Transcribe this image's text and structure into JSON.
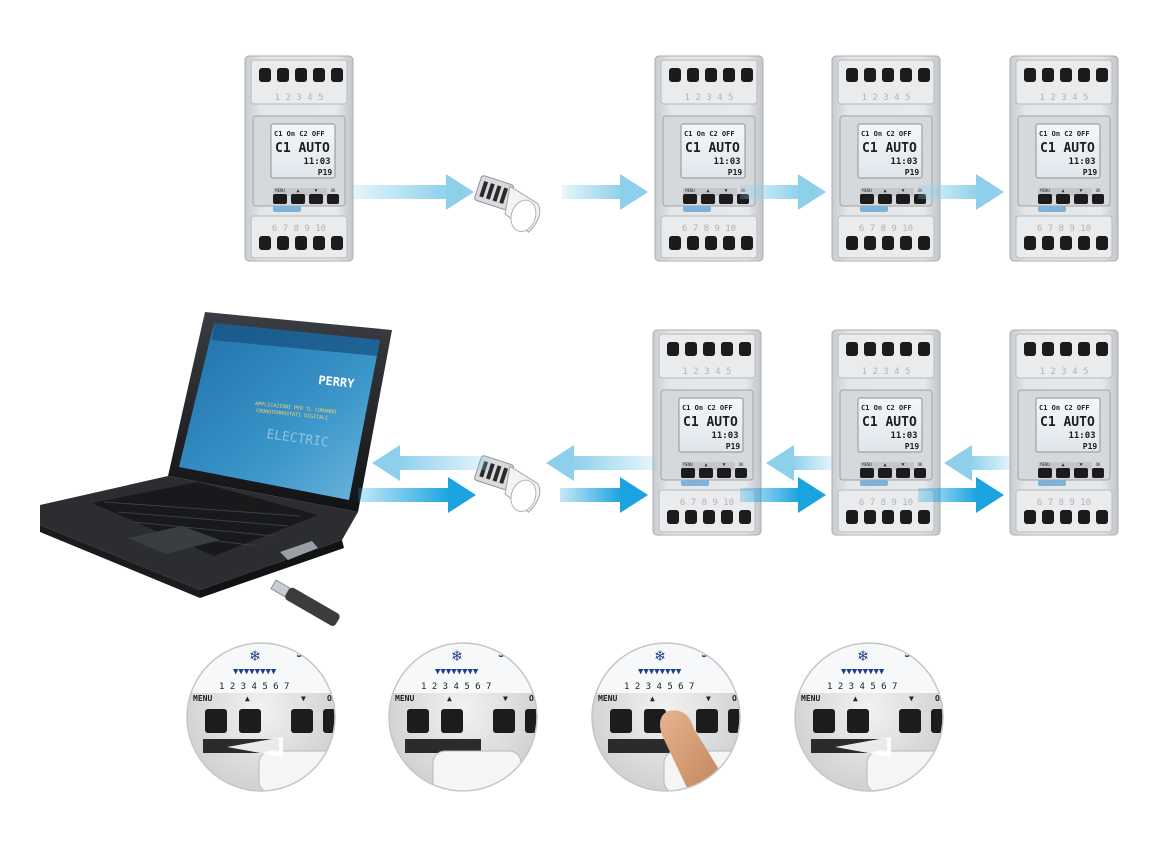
{
  "device": {
    "terminals_top": "1 2 3 4 5",
    "terminals_bottom": "6 7 8 9 10",
    "lcd_line1": "C1 On   C2 OFF",
    "lcd_line2": "C1 AUTO",
    "lcd_line3": "11:03",
    "lcd_prog": "P19",
    "btn_menu": "MENU",
    "btn_up": "▲",
    "btn_down": "▼",
    "btn_ok": "OK"
  },
  "laptop": {
    "brand": "PERRY",
    "brand_sub": "ELECTRIC",
    "screen_line1": "APPLICAZIONI PER IL COMANDO",
    "screen_line2": "CRONOTERMOSTATI DIGITALI"
  },
  "closeups": {
    "day_digits": "1 2 3 4 5 6 7",
    "menu_label": "MENU",
    "ok_label": "OK",
    "month_label": "JU",
    "snowflake": "❄",
    "down_arrow": "▼",
    "up_arrow": "▲"
  },
  "colors": {
    "arrow_light": "#8ed0ec",
    "arrow_dark": "#1aa3df",
    "device_body": "#dcdee1",
    "lcd": "#e8eef2"
  }
}
